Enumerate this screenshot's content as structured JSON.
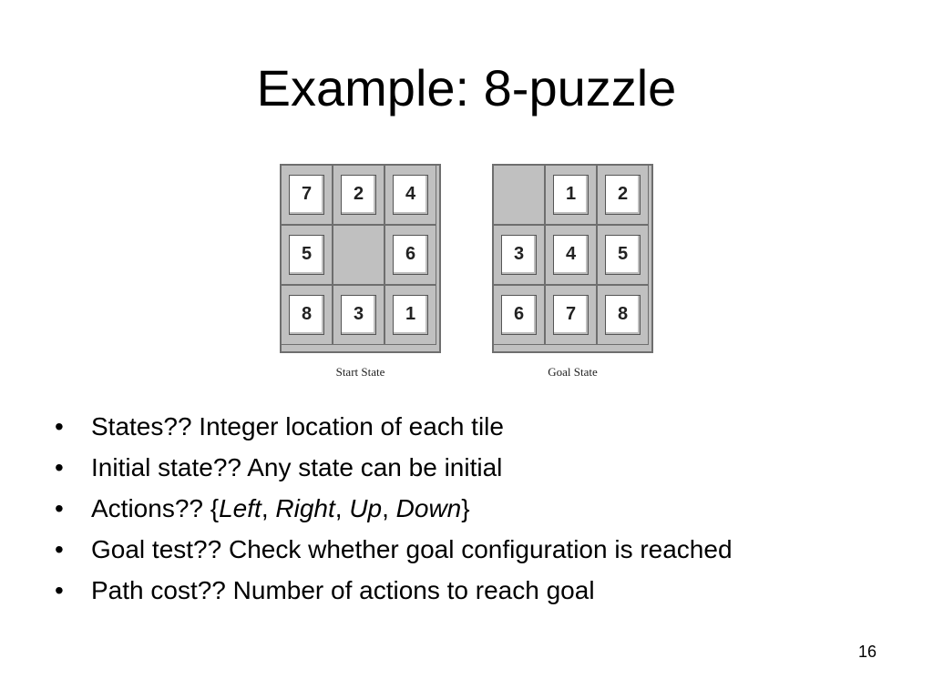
{
  "slide": {
    "title": "Example: 8-puzzle",
    "page_number": "16"
  },
  "puzzles": {
    "start": {
      "label": "Start State",
      "grid": [
        "7",
        "2",
        "4",
        "5",
        "",
        "6",
        "8",
        "3",
        "1"
      ]
    },
    "goal": {
      "label": "Goal State",
      "grid": [
        "",
        "1",
        "2",
        "3",
        "4",
        "5",
        "6",
        "7",
        "8"
      ]
    }
  },
  "bullets": {
    "bullet_glyph": "•",
    "states": "States?? Integer location of each tile",
    "initial": "Initial state?? Any state can be initial",
    "actions_prefix": "Actions?? {",
    "action_left": "Left",
    "action_right": "Right",
    "action_up": "Up",
    "action_down": "Down",
    "separator": ", ",
    "actions_suffix": "}",
    "goal_test": "Goal test?? Check whether goal configuration is reached",
    "path_cost": "Path cost?? Number of actions to reach goal"
  },
  "colors": {
    "board_gray": "#c0c0c0",
    "tile_white": "#ffffff",
    "border": "#6e6e6e"
  }
}
